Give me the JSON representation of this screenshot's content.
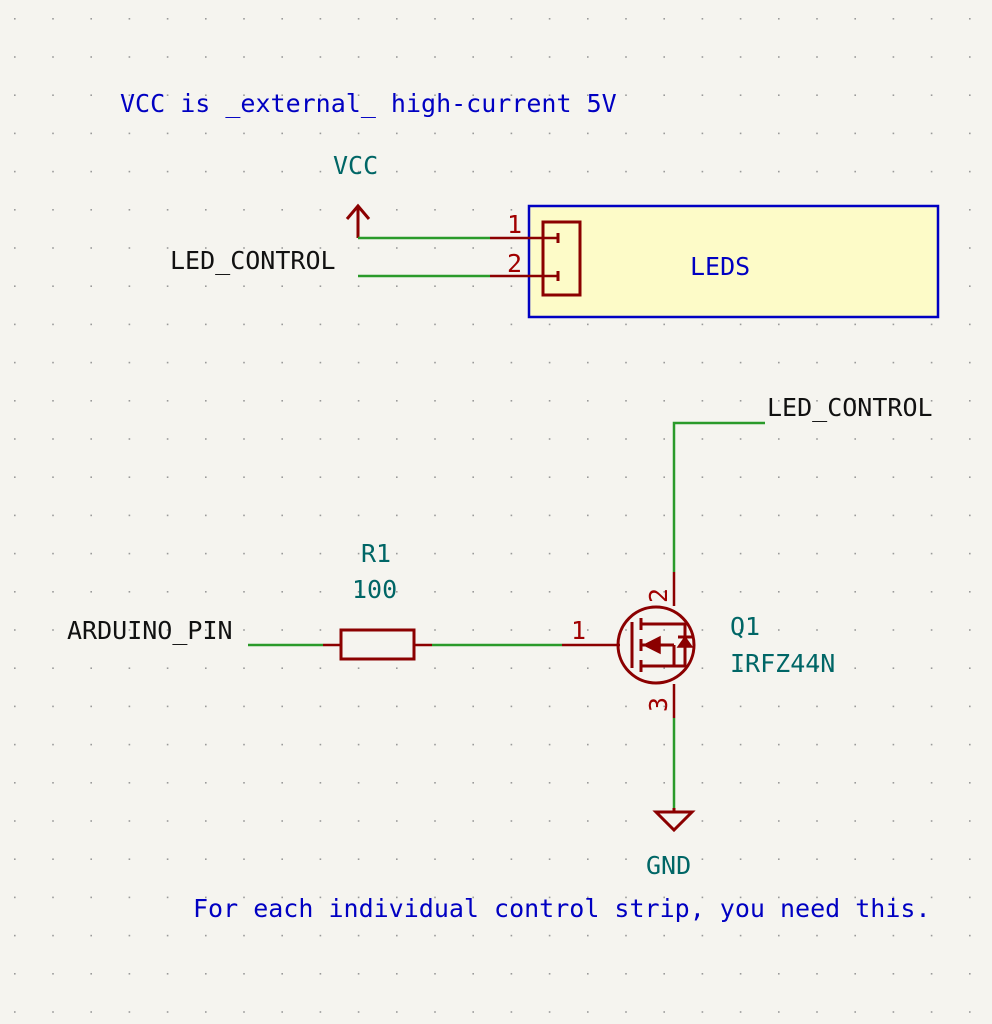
{
  "notes": {
    "vcc_note": "VCC is _external_ high-current 5V",
    "strip_note": "For each individual control strip, you need this."
  },
  "power": {
    "vcc": "VCC",
    "gnd": "GND"
  },
  "connector": {
    "label": "LEDS",
    "pin1": "1",
    "pin2": "2"
  },
  "nets": {
    "led_control_left": "LED_CONTROL",
    "led_control_right": "LED_CONTROL",
    "arduino_pin": "ARDUINO_PIN"
  },
  "resistor": {
    "ref": "R1",
    "value": "100"
  },
  "mosfet": {
    "ref": "Q1",
    "value": "IRFZ44N",
    "pin_gate": "1",
    "pin_drain": "2",
    "pin_source": "3"
  },
  "colors": {
    "background": "#f5f4ef",
    "wire": "#2a9a2a",
    "symbol": "#8b0000",
    "symbol_fill": "#fdfbc8",
    "note_text": "#0000c2",
    "ref_text": "#006666",
    "sheet_border": "#0000c2"
  }
}
